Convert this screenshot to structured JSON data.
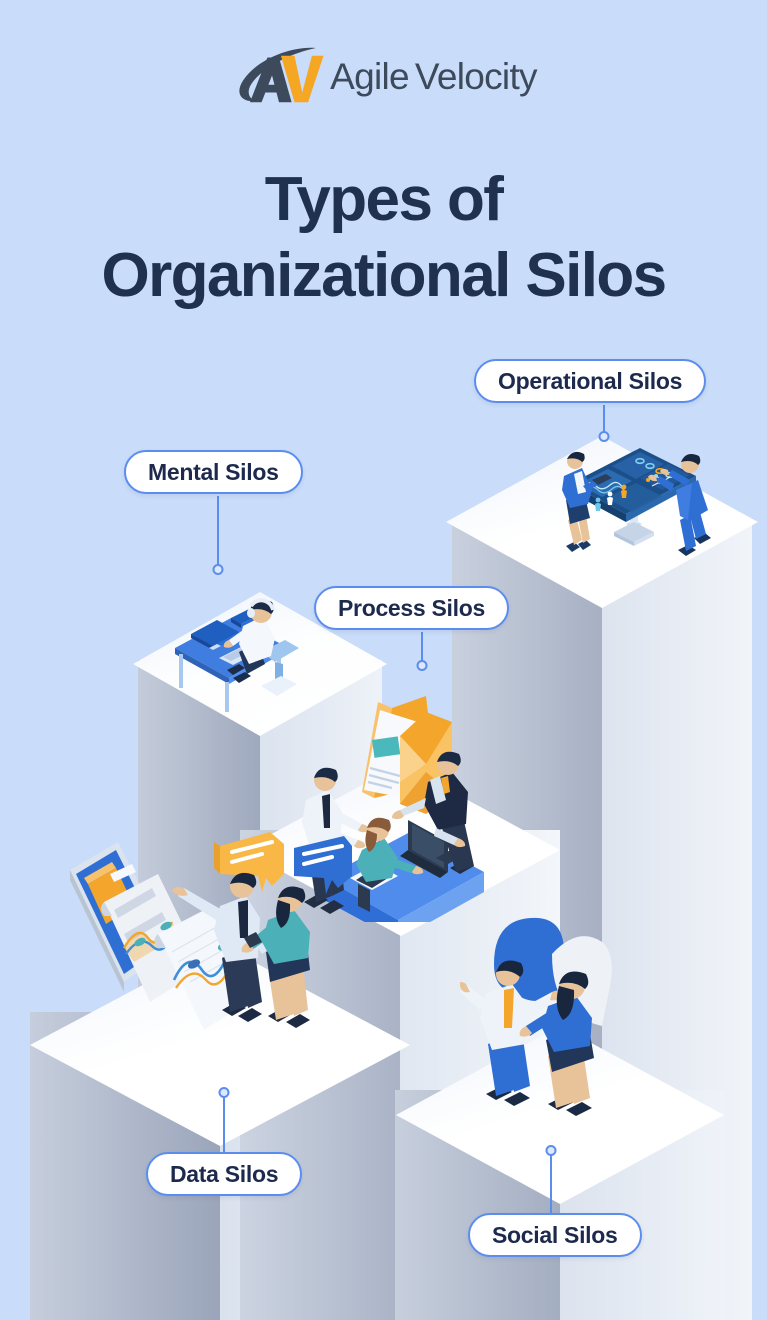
{
  "brand": {
    "logo_icon": "agile-velocity-av-logo",
    "name_part1": "Agile",
    "name_part2": "Velocity",
    "navy": "#3d4a5c",
    "orange": "#f5a623"
  },
  "title": {
    "line1": "Types of",
    "line2": "Organizational Silos",
    "color": "#20304f"
  },
  "theme": {
    "background": "#c9dcf9",
    "pill_border": "#5b8def",
    "pill_background": "#ffffff",
    "pill_text": "#1d2a4d",
    "platform_top": "#ffffff",
    "platform_side": "#c3cbd9",
    "accent_blue": "#2f6fe4",
    "accent_orange": "#f6a623",
    "dark_navy": "#1f2f4d"
  },
  "silos": [
    {
      "id": "operational",
      "label": "Operational Silos",
      "scene_icon": "dashboard-presentation-scene",
      "description_visual": "Two business people at a large dark-blue data dashboard kiosk"
    },
    {
      "id": "mental",
      "label": "Mental Silos",
      "scene_icon": "lone-worker-desk-scene",
      "description_visual": "A single person with headphones at a blue desk with monitors"
    },
    {
      "id": "process",
      "label": "Process Silos",
      "scene_icon": "team-desk-folders-scene",
      "description_visual": "Three colleagues around a blue desk with floating folder and envelope"
    },
    {
      "id": "data",
      "label": "Data Silos",
      "scene_icon": "mobile-reports-charts-scene",
      "description_visual": "Two people beside a giant phone emitting a long chart receipt"
    },
    {
      "id": "social",
      "label": "Social Silos",
      "scene_icon": "two-people-speech-bubbles-scene",
      "description_visual": "A man and a woman under two large speech bubbles"
    }
  ]
}
